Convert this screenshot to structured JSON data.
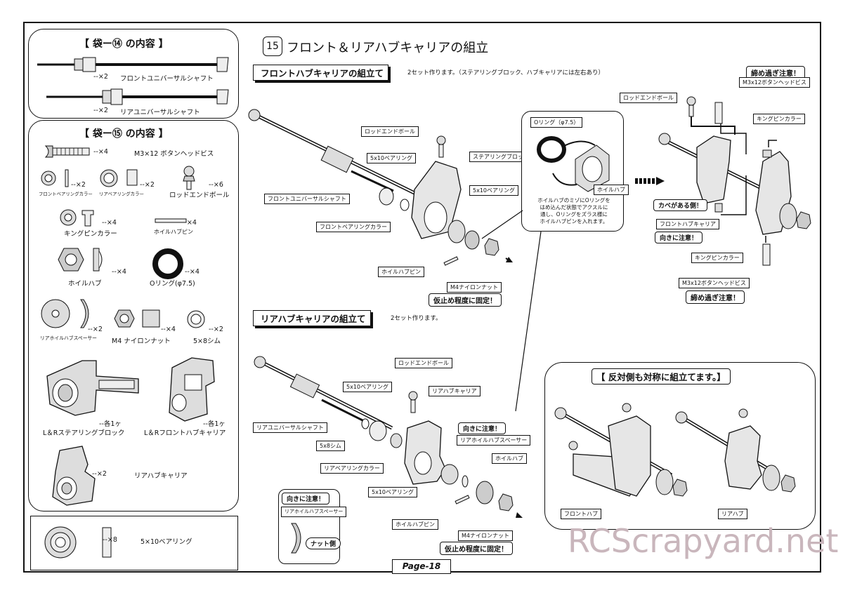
{
  "page": "Page-18",
  "watermark": "RCScrapyard.net",
  "bag14": {
    "title": "【 袋ー⑭ の内容 】",
    "items": [
      {
        "qty": "--×2",
        "name": "フロントユニバーサルシャフト"
      },
      {
        "qty": "--×2",
        "name": "リアユニバーサルシャフト"
      }
    ]
  },
  "bag15": {
    "title": "【 袋ー⑮ の内容 】",
    "screw": {
      "qty": "--×4",
      "name": "M3×12 ボタンヘッドビス"
    },
    "front_bearing_collar": {
      "qty": "--×2",
      "name": "フロントベアリングカラー"
    },
    "rear_bearing_collar": {
      "qty": "--×2",
      "name": "リアベアリングカラー"
    },
    "rod_end_ball": {
      "qty": "--×6",
      "name": "ロッドエンドボール"
    },
    "kingpin_collar": {
      "qty": "--×4",
      "name": "キングピンカラー"
    },
    "wheel_hub_pin": {
      "qty": "--×4",
      "name": "ホイルハブピン"
    },
    "wheel_hub": {
      "qty": "--×4",
      "name": "ホイルハブ"
    },
    "oring": {
      "qty": "--×4",
      "name": "Oリング(φ7.5)"
    },
    "rear_spacer": {
      "qty": "--×2",
      "name": "リアホイルハブスペーサー"
    },
    "nylon_nut": {
      "qty": "--×4",
      "name": "M4 ナイロンナット"
    },
    "shim": {
      "qty": "--×2",
      "name": "5×8シム"
    },
    "steering_block": {
      "qty": "--各1ヶ",
      "name": "L＆Rステアリングブロック"
    },
    "front_hub_carrier": {
      "qty": "--各1ヶ",
      "name": "L＆Rフロントハブキャリア"
    },
    "rear_hub_carrier": {
      "qty": "--×2",
      "name": "リアハブキャリア"
    }
  },
  "bearing_box": {
    "qty": "--×8",
    "name": "5×10ベアリング"
  },
  "step": {
    "number": "15",
    "title": "フロント＆リアハブキャリアの組立"
  },
  "front": {
    "banner": "フロントハブキャリアの組立て",
    "note": "2セット作ります。（ステアリングブロック、ハブキャリアには左右あり）",
    "labels": {
      "rod_end_ball": "ロッドエンドボール",
      "bearing1": "5x10ベアリング",
      "steering_block": "ステアリングブロック",
      "bearing2": "5x10ベアリング",
      "front_shaft": "フロントユニバーサルシャフト",
      "front_collar": "フロントベアリングカラー",
      "wheel_hub_pin": "ホイルハブピン",
      "nut": "M4ナイロンナット"
    },
    "tighten": "仮止め程度に固定！"
  },
  "oring_detail": {
    "label": "Oリング（φ7.5）",
    "hub_label": "ホイルハブ",
    "text": [
      "ホイルハブのミゾにOリングを",
      "はめ込んだ状態でアクスルに",
      "通し、Oリングをズラス様に",
      "ホイルハブピンを入れます。"
    ]
  },
  "assembly": {
    "warning_top": "締め過ぎ注意！",
    "screw_top": "M3x12ボタンヘッドビス",
    "rod_end_ball": "ロッドエンドボール",
    "kingpin_top": "キングピンカラー",
    "wall_side": "カベがある側！",
    "front_hub_carrier": "フロントハブキャリア",
    "orientation": "向きに注意！",
    "kingpin_bottom": "キングピンカラー",
    "screw_bottom": "M3x12ボタンヘッドビス",
    "warning_bottom": "締め過ぎ注意！"
  },
  "rear": {
    "banner": "リアハブキャリアの組立て",
    "note": "2セット作ります。",
    "labels": {
      "rod_end_ball": "ロッドエンドボール",
      "bearing1": "5x10ベアリング",
      "rear_carrier": "リアハブキャリア",
      "rear_shaft": "リアユニバーサルシャフト",
      "shim": "5x8シム",
      "rear_collar": "リアベアリングカラー",
      "bearing2": "5x10ベアリング",
      "orientation": "向きに注意！",
      "spacer": "リアホイルハブスペーサー",
      "wheel_hub": "ホイルハブ",
      "wheel_hub_pin": "ホイルハブピン",
      "nut": "M4ナイロンナット"
    },
    "tighten": "仮止め程度に固定！"
  },
  "spacer_detail": {
    "orientation": "向きに注意！",
    "label": "リアホイルハブスペーサー",
    "nut_side": "ナット側"
  },
  "symmetric": {
    "title": "【 反対側も対称に組立てます。】",
    "front": "フロントハブ",
    "rear": "リアハブ"
  }
}
